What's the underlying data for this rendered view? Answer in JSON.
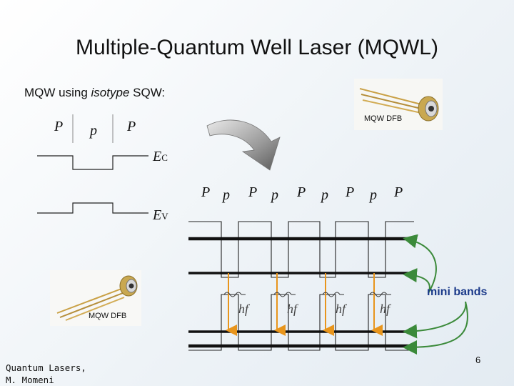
{
  "title": "Multiple-Quantum Well Laser (MQWL)",
  "subtitle": {
    "prefix": "MQW using ",
    "emph": "isotype",
    "suffix": " SQW:"
  },
  "sqw_layers": [
    "P",
    "p",
    "P"
  ],
  "band_labels": {
    "ec_main": "E",
    "ec_sub": "C",
    "ev_main": "E",
    "ev_sub": "V"
  },
  "mqw_layers": [
    "P",
    "p",
    "P",
    "p",
    "P",
    "p",
    "P",
    "p",
    "P"
  ],
  "photo_caption_top": "MQW DFB",
  "photo_caption_bottom": "MQW DFB",
  "photon_labels": [
    "hf",
    "hf",
    "hf",
    "hf"
  ],
  "mini_bands_label": "mini bands",
  "credit_line1": "Quantum Lasers,",
  "credit_line2": "M. Momeni",
  "page_number": "6",
  "colors": {
    "arrow_orange": "#e8951c",
    "arrow_green": "#3b8a3a",
    "mini_bands_text": "#1b3a8a"
  },
  "icons": [
    "curved-arrow-icon",
    "laser-diode-photo",
    "photon-wave-icon"
  ]
}
